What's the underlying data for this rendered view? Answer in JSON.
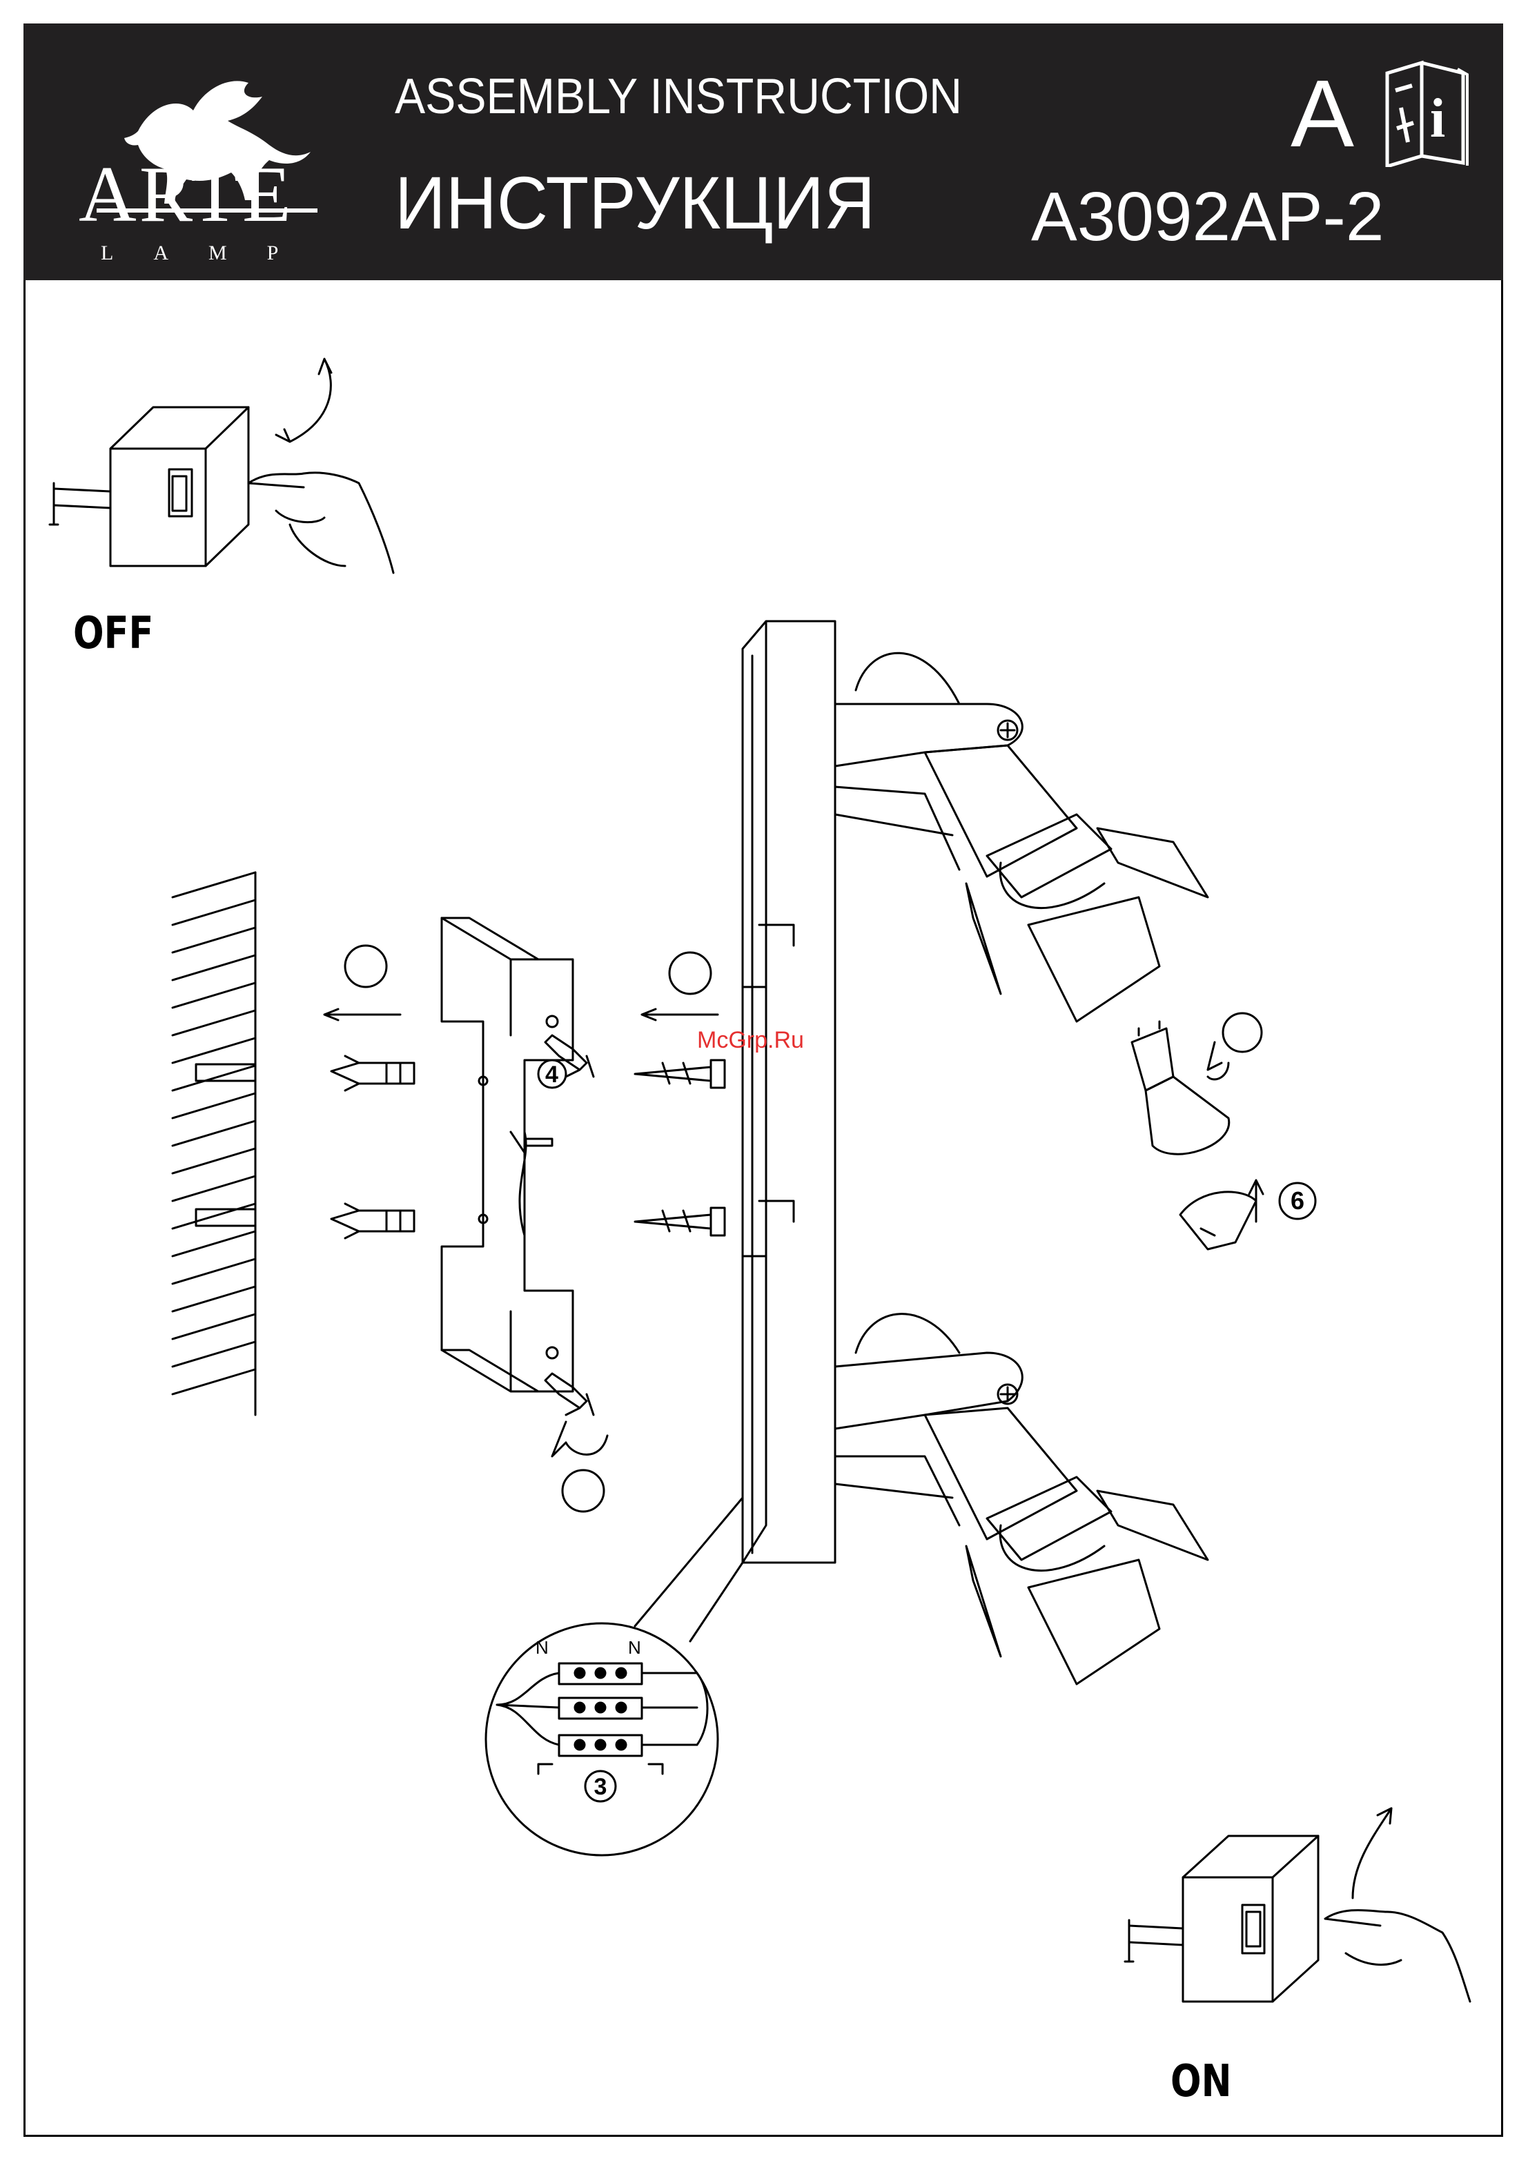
{
  "header": {
    "brand_name": "ARTE",
    "brand_sub": "LAMP",
    "title_en": "ASSEMBLY  INSTRUCTION",
    "title_ru": "ИНСТРУКЦИЯ",
    "doc_letter": "A",
    "model": "A3092AP-2",
    "manual_icon_letter": "i"
  },
  "switch_off": {
    "label": "OFF"
  },
  "switch_on": {
    "label": "ON"
  },
  "steps": {
    "wiring": "3",
    "mount": "4",
    "bulb": "6"
  },
  "terminal_marks": [
    "N",
    "N"
  ],
  "watermark": "McGrp.Ru",
  "colors": {
    "header_bg": "#222021",
    "ink": "#000000",
    "watermark": "#e53030"
  }
}
